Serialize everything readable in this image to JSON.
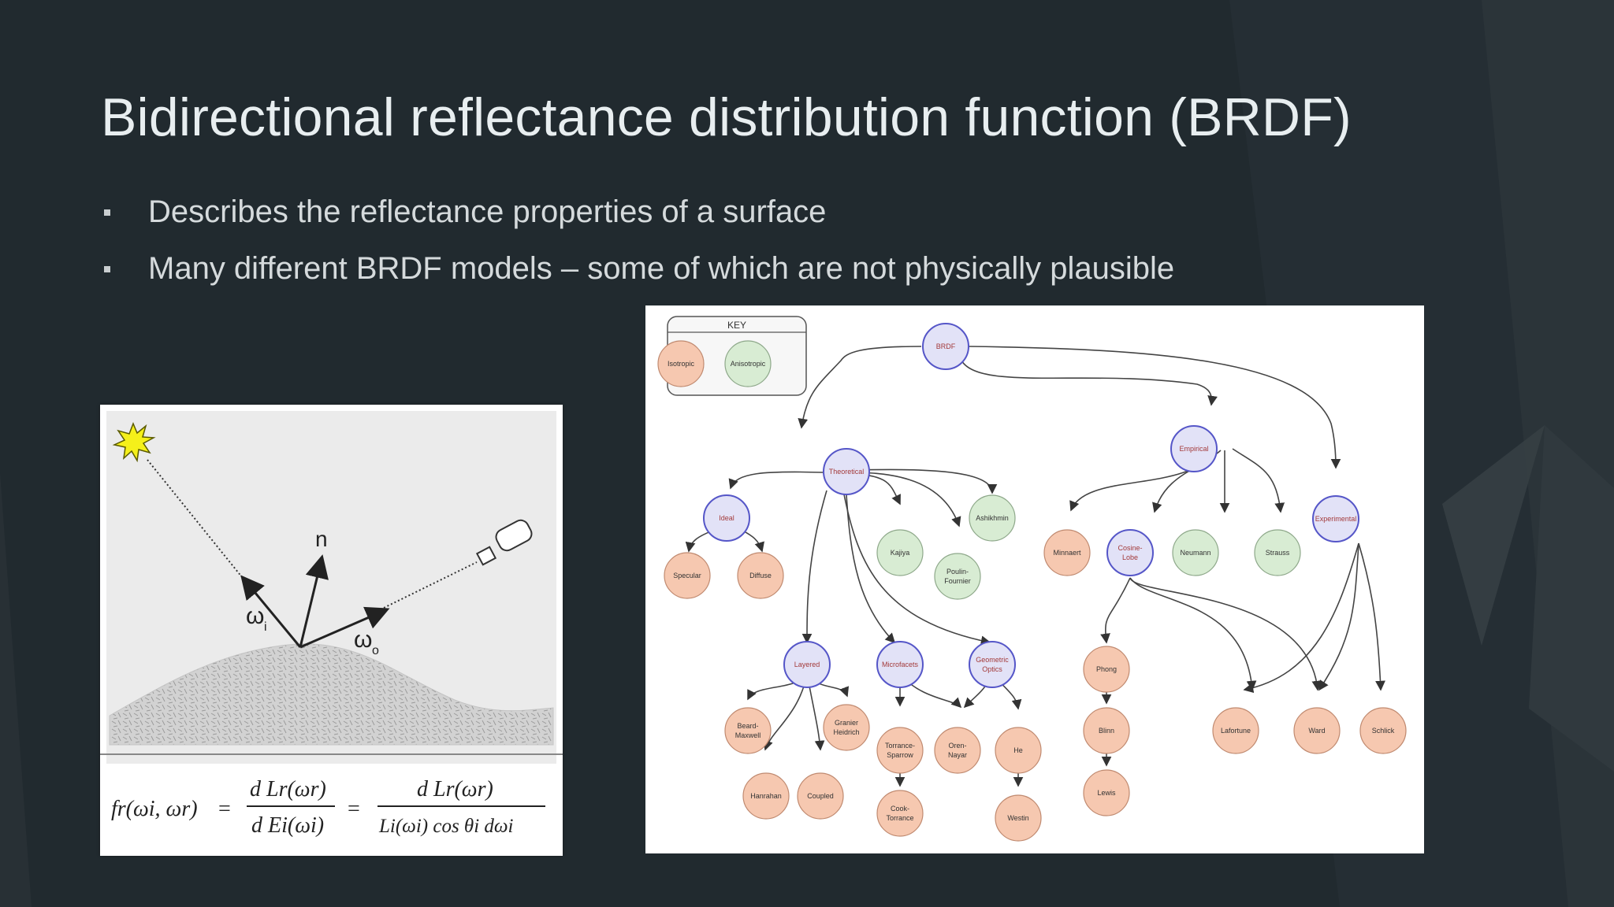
{
  "slide": {
    "title": "Bidirectional reflectance distribution function (BRDF)",
    "bullets": [
      "Describes the reflectance properties of a surface",
      "Many different BRDF models – some of which are not physically plausible"
    ]
  },
  "reflection_figure": {
    "normal_label": "n",
    "incoming_label": "ω",
    "incoming_sub": "i",
    "outgoing_label": "ω",
    "outgoing_sub": "o",
    "equation": {
      "lhs": "fr(ωi, ωr)",
      "eq": "=",
      "frac1_num": "d Lr(ωr)",
      "frac1_den": "d Ei(ωi)",
      "frac2_num": "d Lr(ωr)",
      "frac2_den": "Li(ωi) cos θi dωi"
    }
  },
  "taxonomy": {
    "key_title": "KEY",
    "key_isotropic": "Isotropic",
    "key_anisotropic": "Anisotropic",
    "colors": {
      "isotropic": "#f6c8b0",
      "anisotropic": "#d8ecd3",
      "category": "#e2e2f7"
    },
    "nodes": {
      "brdf": "BRDF",
      "theoretical": "Theoretical",
      "empirical": "Empirical",
      "experimental": "Experimental",
      "ideal": "Ideal",
      "specular": "Specular",
      "diffuse": "Diffuse",
      "kajiya": "Kajiya",
      "ashikhmin": "Ashikhmin",
      "poulin_1": "Poulin-",
      "poulin_2": "Fournier",
      "minnaert": "Minnaert",
      "cosine_1": "Cosine-",
      "cosine_2": "Lobe",
      "neumann": "Neumann",
      "strauss": "Strauss",
      "layered": "Layered",
      "microfacets": "Microfacets",
      "geo_1": "Geometric",
      "geo_2": "Optics",
      "phong": "Phong",
      "blinn": "Blinn",
      "lewis": "Lewis",
      "lafortune": "Lafortune",
      "ward": "Ward",
      "schlick": "Schlick",
      "beard_1": "Beard-",
      "beard_2": "Maxwell",
      "granier_1": "Granier",
      "granier_2": "Heidrich",
      "hanrahan": "Hanrahan",
      "coupled": "Coupled",
      "torrance_1": "Torrance-",
      "torrance_2": "Sparrow",
      "oren_1": "Oren-",
      "oren_2": "Nayar",
      "he": "He",
      "cook_1": "Cook-",
      "cook_2": "Torrance",
      "westin": "Westin"
    }
  }
}
